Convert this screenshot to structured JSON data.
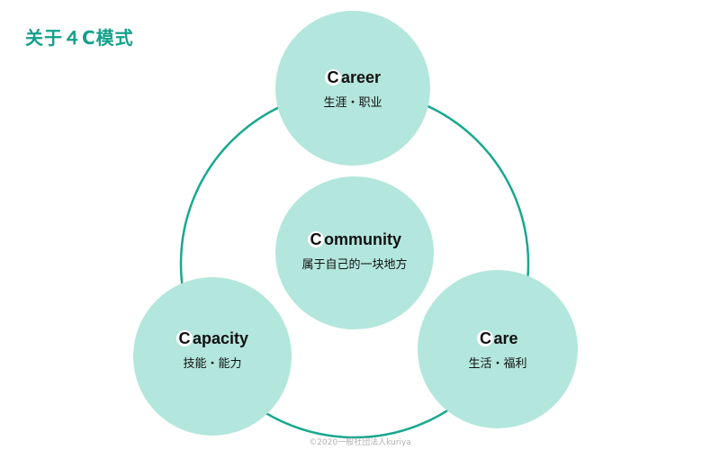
{
  "title": "关于４C模式",
  "colors": {
    "accent": "#14a08a",
    "circle_fill": "#b3e6dc",
    "ring_stroke": "#18a88e"
  },
  "nodes": {
    "career": {
      "initial": "C",
      "rest": "areer",
      "sub": "生涯・职业"
    },
    "community": {
      "initial": "C",
      "rest": "ommunity",
      "sub": "属于自己的一块地方"
    },
    "capacity": {
      "initial": "C",
      "rest": "apacity",
      "sub": "技能・能力"
    },
    "care": {
      "initial": "C",
      "rest": "are",
      "sub": "生活・福利"
    }
  },
  "copyright": "©2020一般社団法人kuriya"
}
